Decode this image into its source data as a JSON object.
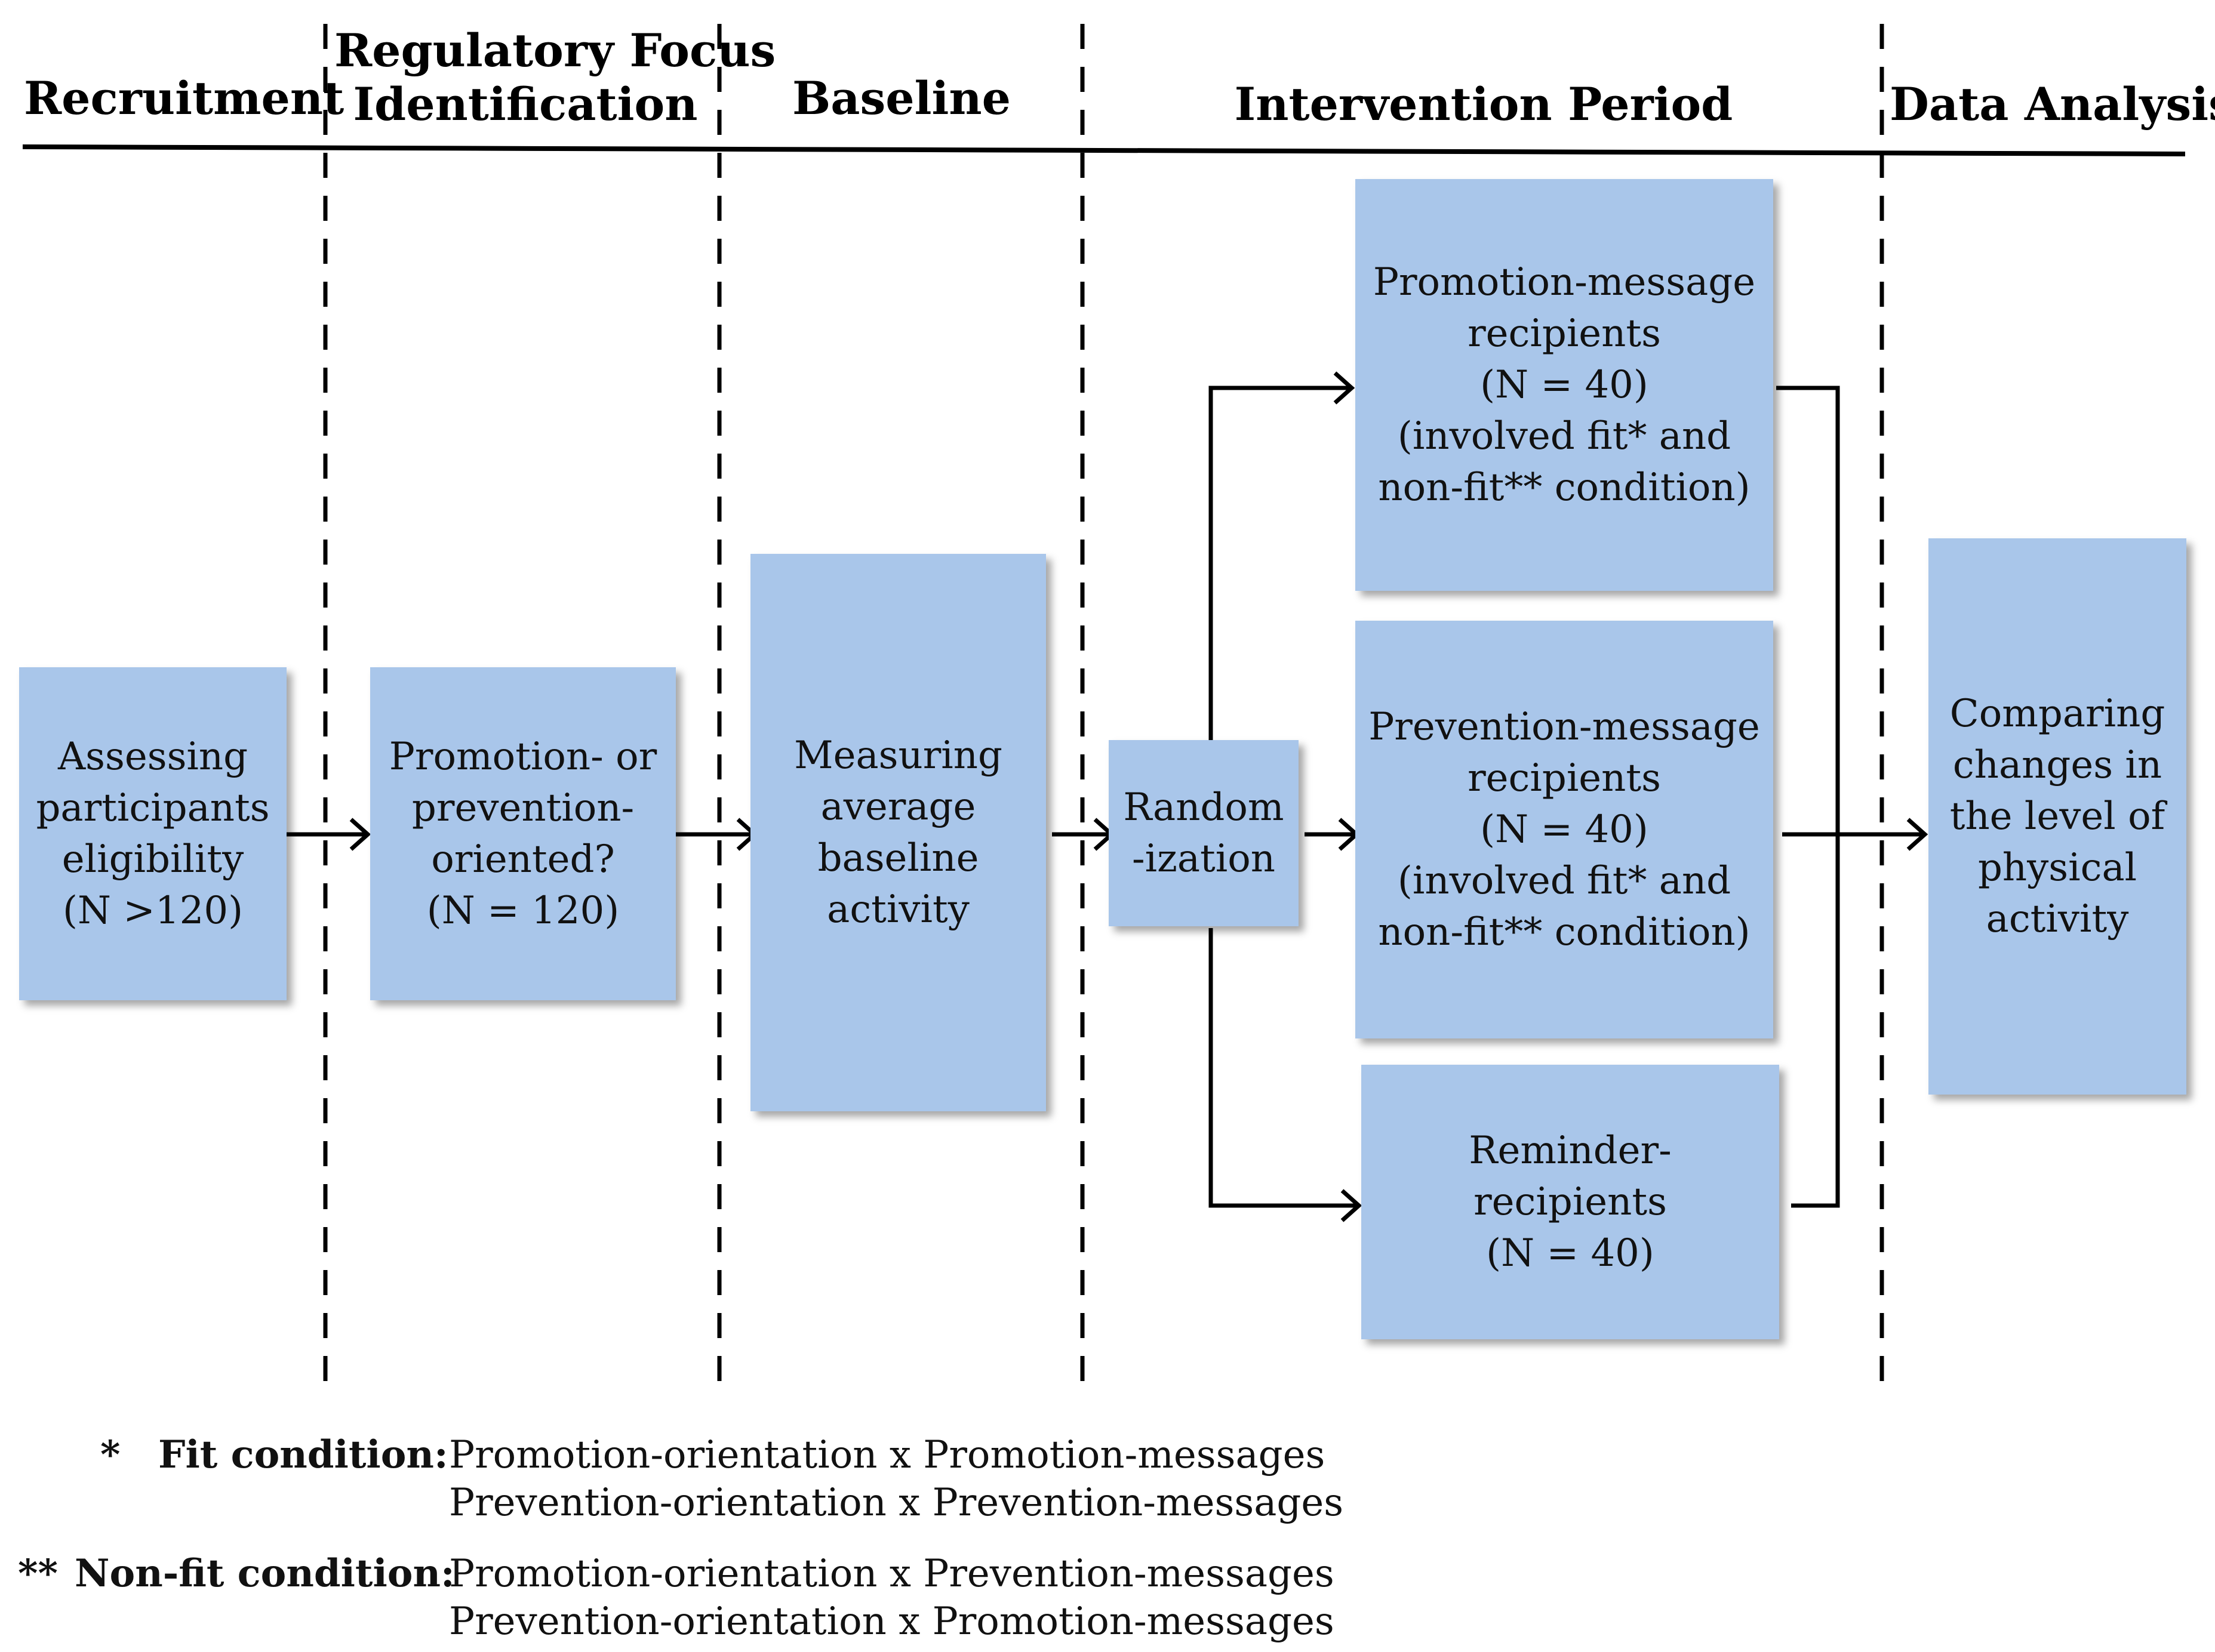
{
  "phases": {
    "recruitment": "Recruitment",
    "regulatory_focus_line1": "Regulatory Focus",
    "regulatory_focus_line2": "Identification",
    "baseline": "Baseline",
    "intervention": "Intervention Period",
    "analysis": "Data Analysis"
  },
  "boxes": {
    "eligibility": "Assessing\nparticipants\neligibility\n(N >120)",
    "orientation": "Promotion- or\nprevention-\noriented?\n(N = 120)",
    "baseline": "Measuring\naverage\nbaseline\nactivity",
    "randomization": "Random\n-ization",
    "promotion": "Promotion-message\nrecipients\n(N = 40)\n(involved fit* and\nnon-fit** condition)",
    "prevention": "Prevention-message\nrecipients\n(N = 40)\n(involved fit* and\nnon-fit** condition)",
    "reminder": "Reminder-\nrecipients\n(N = 40)",
    "comparison": "Comparing\nchanges in\nthe level of\nphysical\nactivity"
  },
  "legend": {
    "fit_marker": "*",
    "fit_label": "Fit condition:",
    "fit_line1": "Promotion-orientation x Promotion-messages",
    "fit_line2": "Prevention-orientation x Prevention-messages",
    "nonfit_marker": "**",
    "nonfit_label": "Non-fit condition:",
    "nonfit_line1": "Promotion-orientation x Prevention-messages",
    "nonfit_line2": "Prevention-orientation x Promotion-messages"
  }
}
